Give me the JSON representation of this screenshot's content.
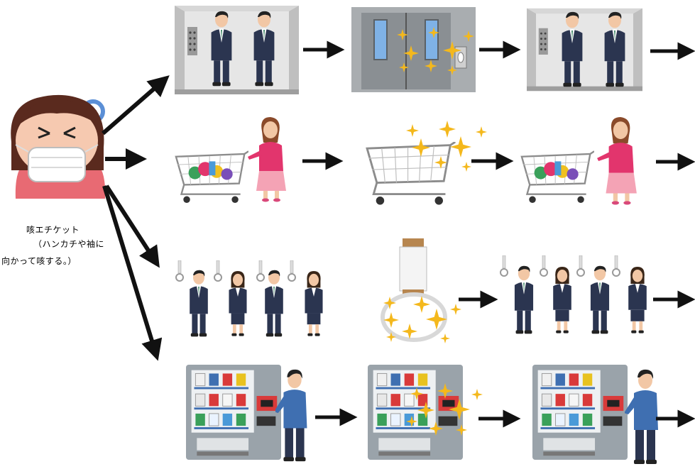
{
  "caption": {
    "title": "咳エチケット",
    "line2": "（ハンカチや袖に",
    "line3": "向かって咳する。）"
  },
  "colors": {
    "arrow": "#111111",
    "sparkle": "#f4b81c",
    "suit": "#2b3550",
    "elevator_wall": "#d7d7d7",
    "elevator_door": "#8a8f93",
    "vending_body": "#9aa3aa",
    "shirt_pink": "#e2356d",
    "skirt_pink": "#f4a3b5",
    "shirt_blue": "#3f6fb1",
    "cough_ring": "#5b8fd6"
  },
  "rows": [
    {
      "scene": "elevator",
      "steps": [
        "people-inside",
        "sparkle-clean",
        "people-inside"
      ]
    },
    {
      "scene": "shopping-cart",
      "steps": [
        "woman-with-cart",
        "sparkle-clean",
        "woman-with-cart"
      ]
    },
    {
      "scene": "train-strap",
      "steps": [
        "passengers",
        "sparkle-clean",
        "passengers"
      ]
    },
    {
      "scene": "vending-machine",
      "steps": [
        "man-at-machine",
        "sparkle-clean",
        "man-at-machine"
      ]
    }
  ]
}
